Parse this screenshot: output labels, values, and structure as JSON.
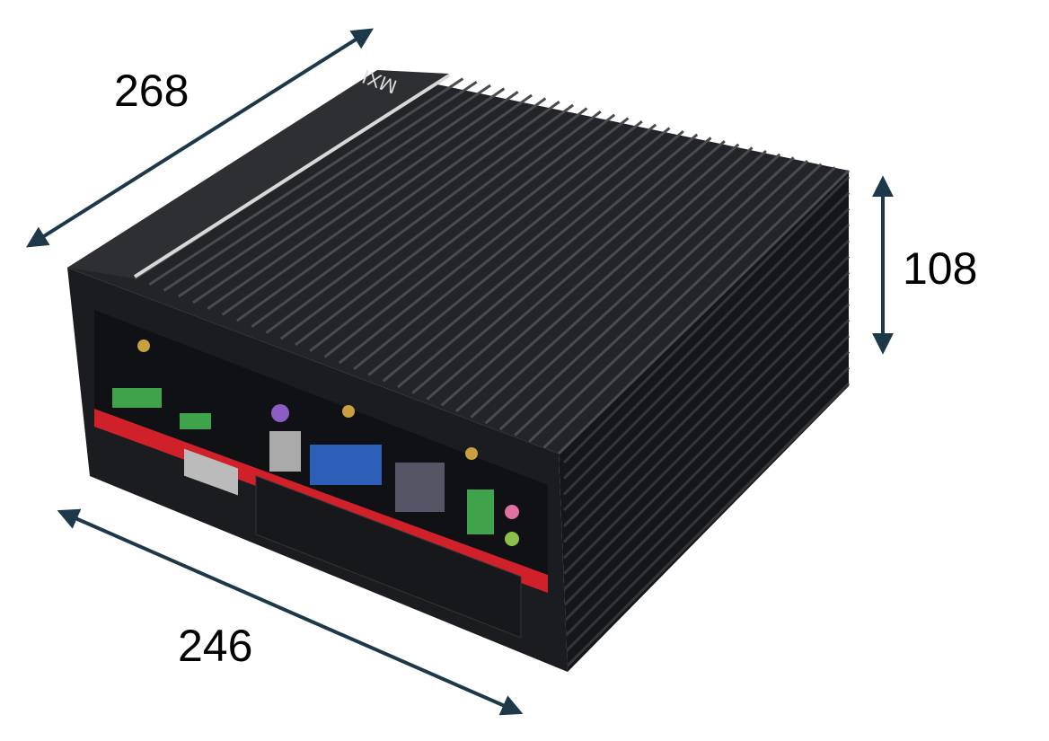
{
  "product": {
    "logo_text": "MXI",
    "accent_stripe_color": "#d0202a",
    "body_color": "#1c1d20"
  },
  "dimensions": {
    "depth": "268",
    "height": "108",
    "width": "246",
    "arrow_color": "#1d3848"
  }
}
